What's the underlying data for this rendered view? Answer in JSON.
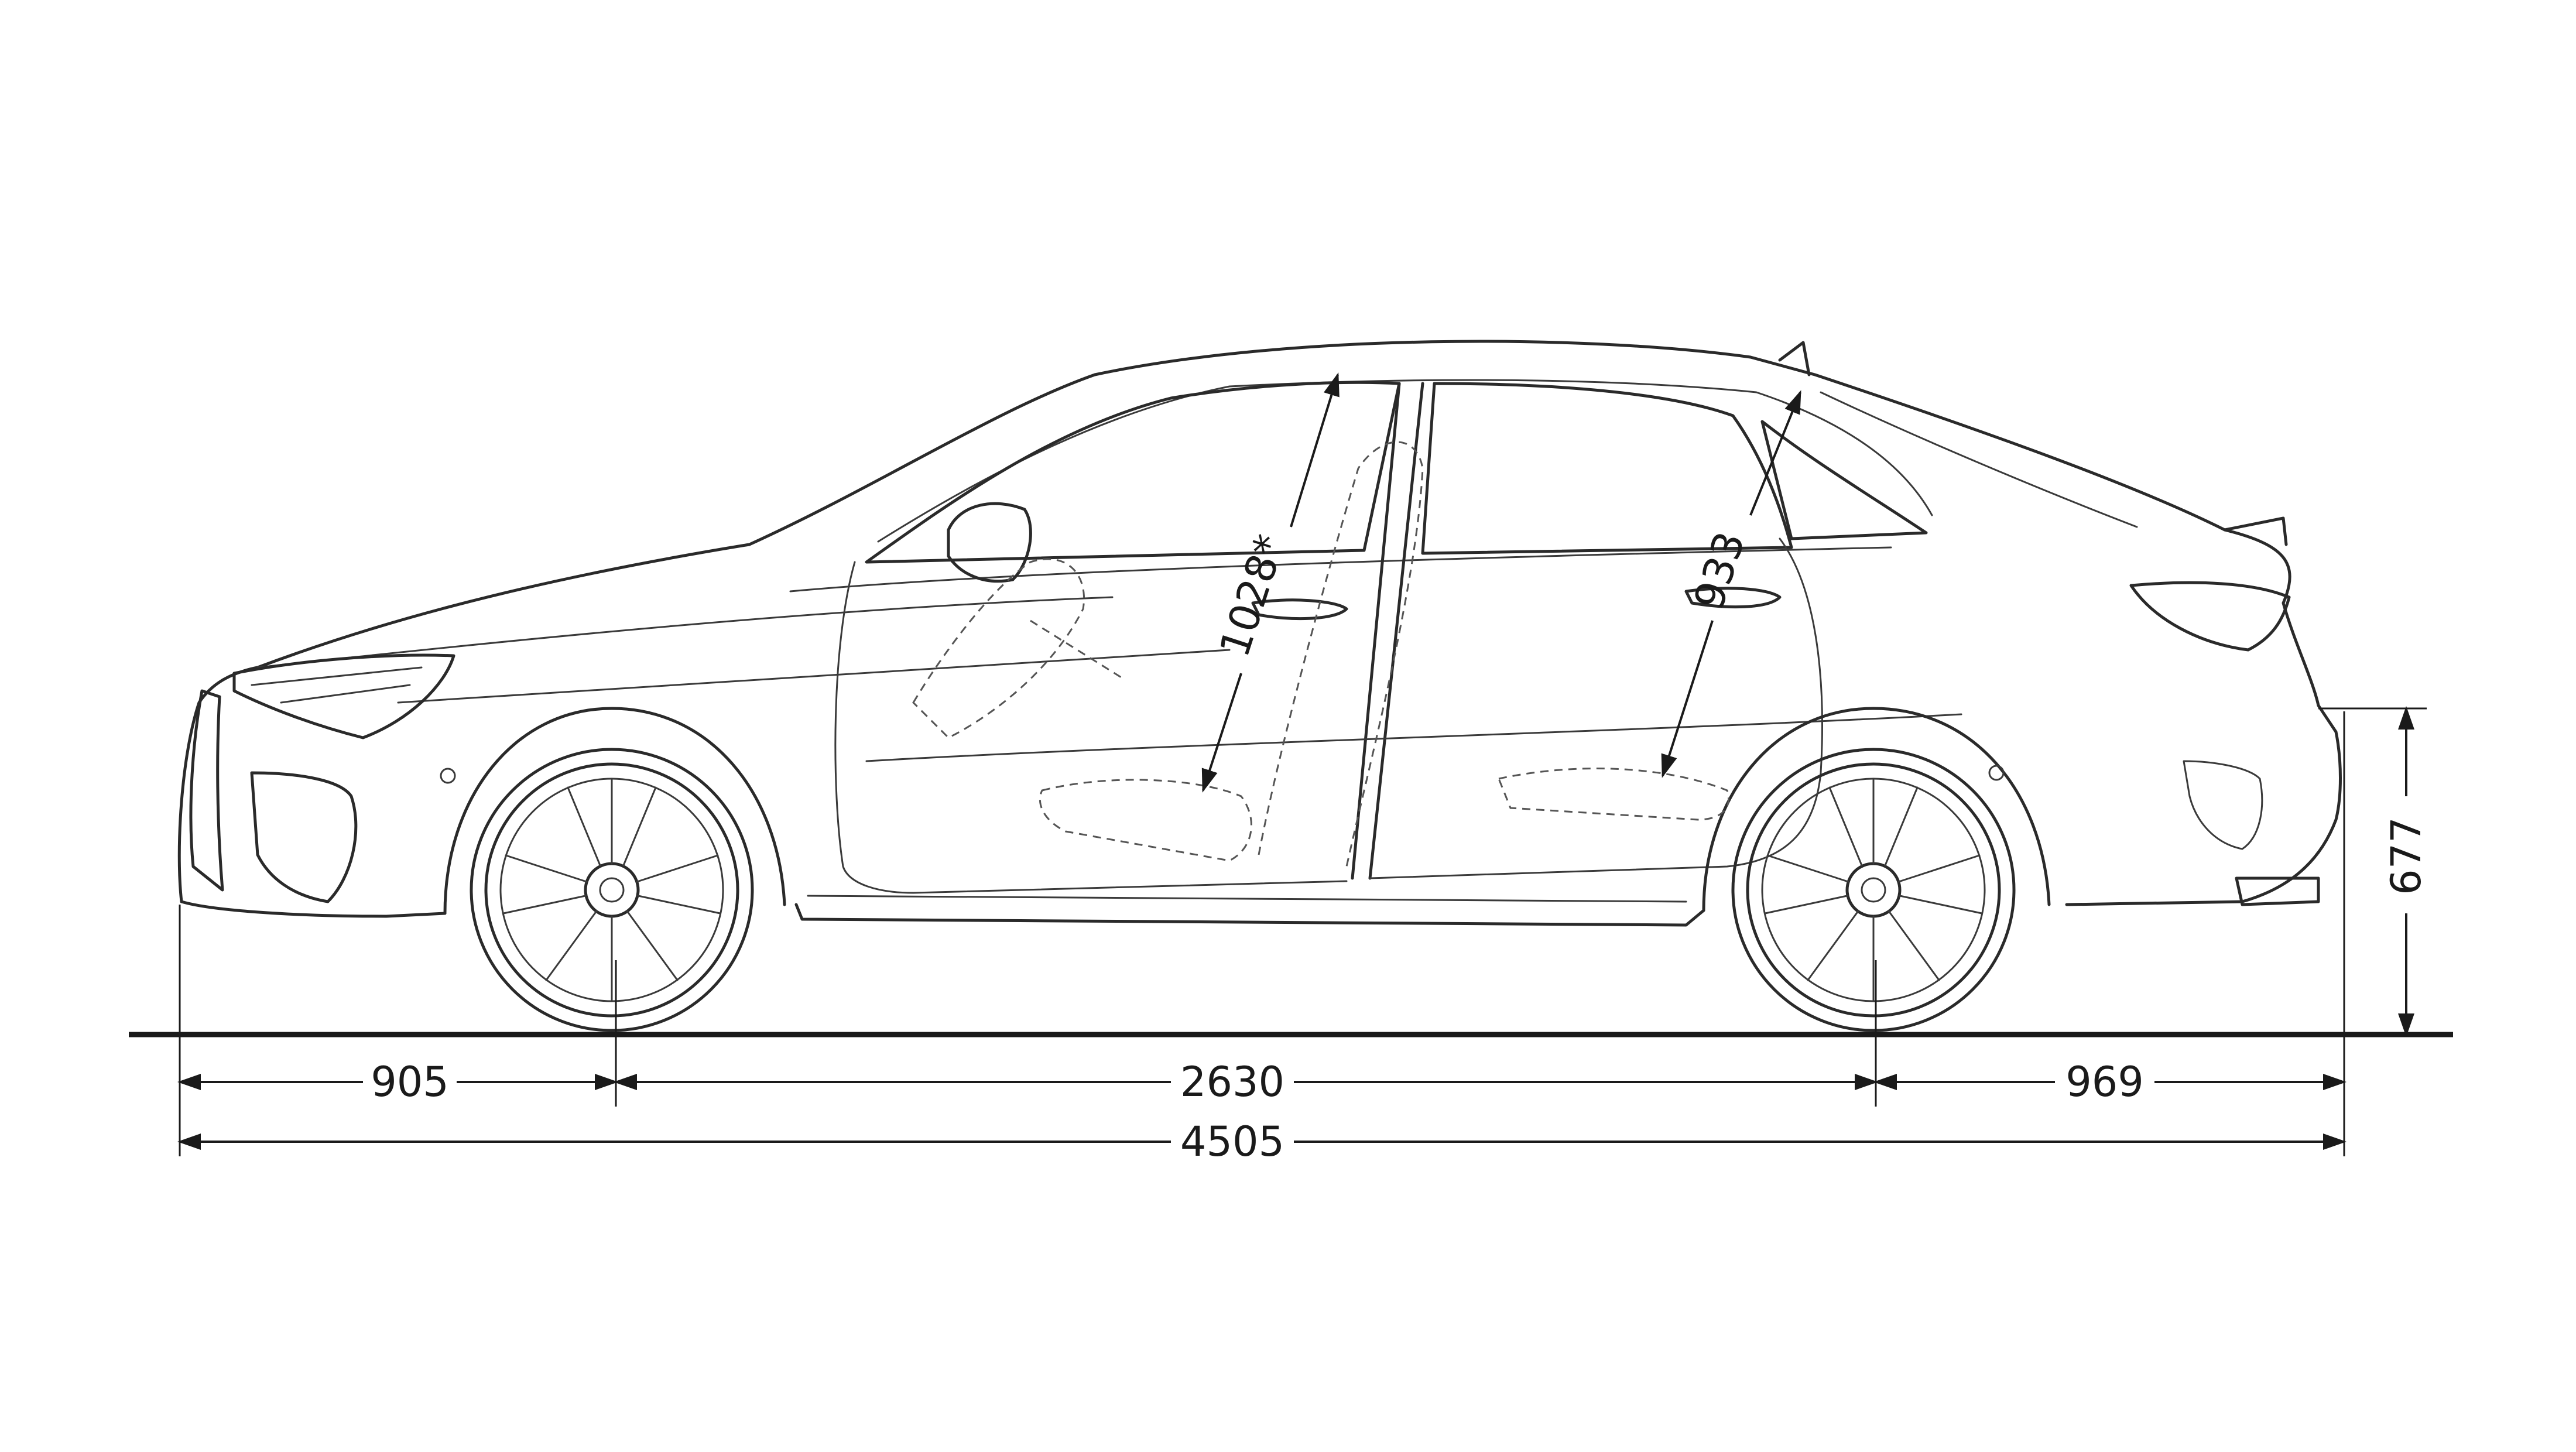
{
  "dimensions": {
    "front_overhang": "905",
    "wheelbase": "2630",
    "rear_overhang": "969",
    "overall_length": "4505",
    "front_headroom": "1028*",
    "rear_headroom": "933",
    "rear_height": "677"
  }
}
